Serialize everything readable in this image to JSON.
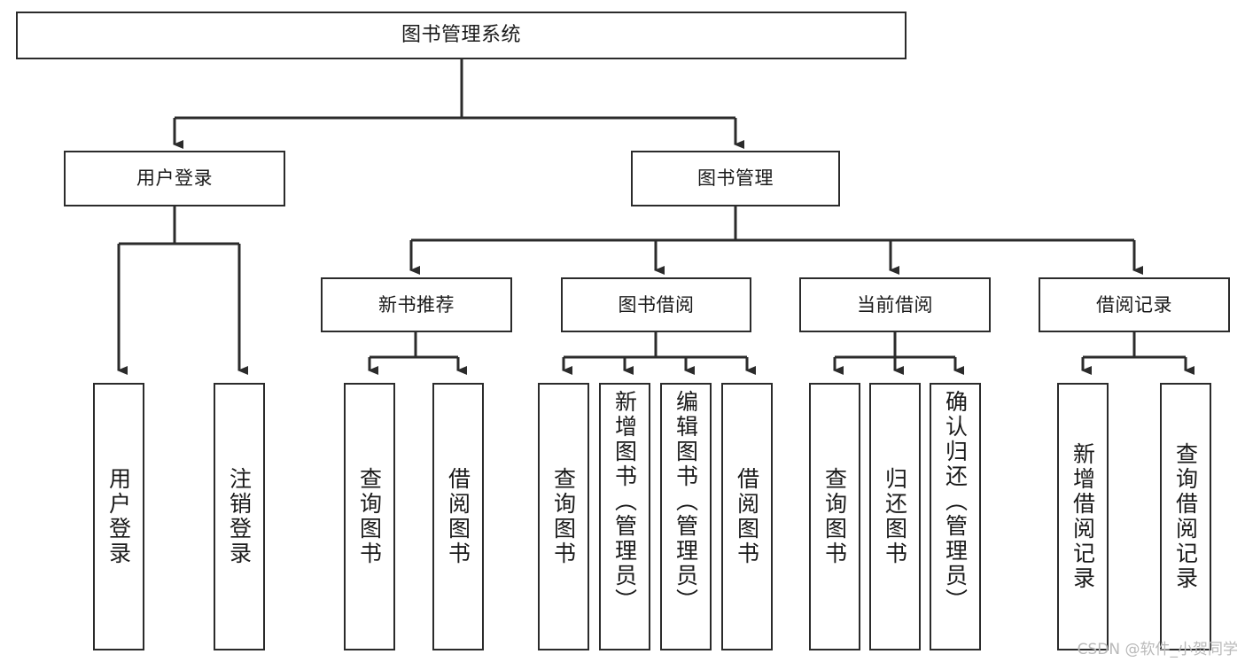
{
  "diagram": {
    "type": "tree-hierarchy",
    "title": "图书管理系统",
    "orientation": "top-down",
    "colors": {
      "box_border": "#2b2b2b",
      "box_fill": "#ffffff",
      "connector": "#2b2b2b",
      "text": "#1a1a1a",
      "watermark": "#b9b9b9",
      "background": "#ffffff"
    },
    "root": {
      "label": "图书管理系统"
    },
    "level1": [
      {
        "label": "用户登录"
      },
      {
        "label": "图书管理"
      }
    ],
    "level2": [
      {
        "label": "新书推荐"
      },
      {
        "label": "图书借阅"
      },
      {
        "label": "当前借阅"
      },
      {
        "label": "借阅记录"
      }
    ],
    "leaves": {
      "user_login": [
        {
          "label": "用户登录"
        },
        {
          "label": "注销登录"
        }
      ],
      "new_book_recommend": [
        {
          "label": "查询图书"
        },
        {
          "label": "借阅图书"
        }
      ],
      "book_borrow": [
        {
          "label": "查询图书"
        },
        {
          "label": "新增图书（管理员）"
        },
        {
          "label": "编辑图书（管理员）"
        },
        {
          "label": "借阅图书"
        }
      ],
      "current_borrow": [
        {
          "label": "查询图书"
        },
        {
          "label": "归还图书"
        },
        {
          "label": "确认归还（管理员）"
        }
      ],
      "borrow_records": [
        {
          "label": "新增借阅记录"
        },
        {
          "label": "查询借阅记录"
        }
      ]
    }
  },
  "watermark": {
    "text": "CSDN @软件_小贺同学"
  }
}
